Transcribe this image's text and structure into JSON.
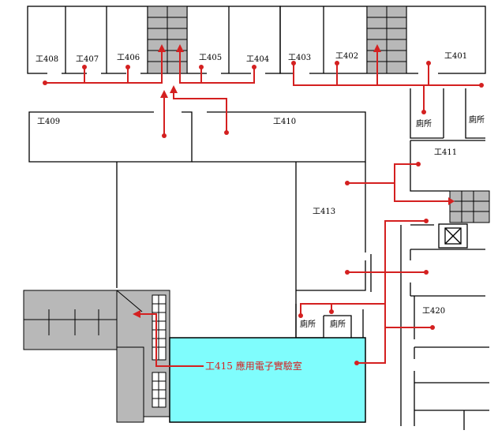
{
  "rooms": {
    "r408": "工408",
    "r407": "工407",
    "r406": "工406",
    "r405": "工405",
    "r404": "工404",
    "r403": "工403",
    "r402": "工402",
    "r401": "工401",
    "r409": "工409",
    "r410": "工410",
    "r411": "工411",
    "r413": "工413",
    "r420": "工420",
    "toilet_right_top_a": "廁所",
    "toilet_right_top_b": "廁所",
    "toilet_mid_a": "廁所",
    "toilet_mid_b": "廁所"
  },
  "highlight": {
    "label": "工415 應用電子實驗室",
    "color": "#7ffdfd"
  },
  "colors": {
    "route": "#d42020",
    "stairs": "#b8b8b8"
  }
}
